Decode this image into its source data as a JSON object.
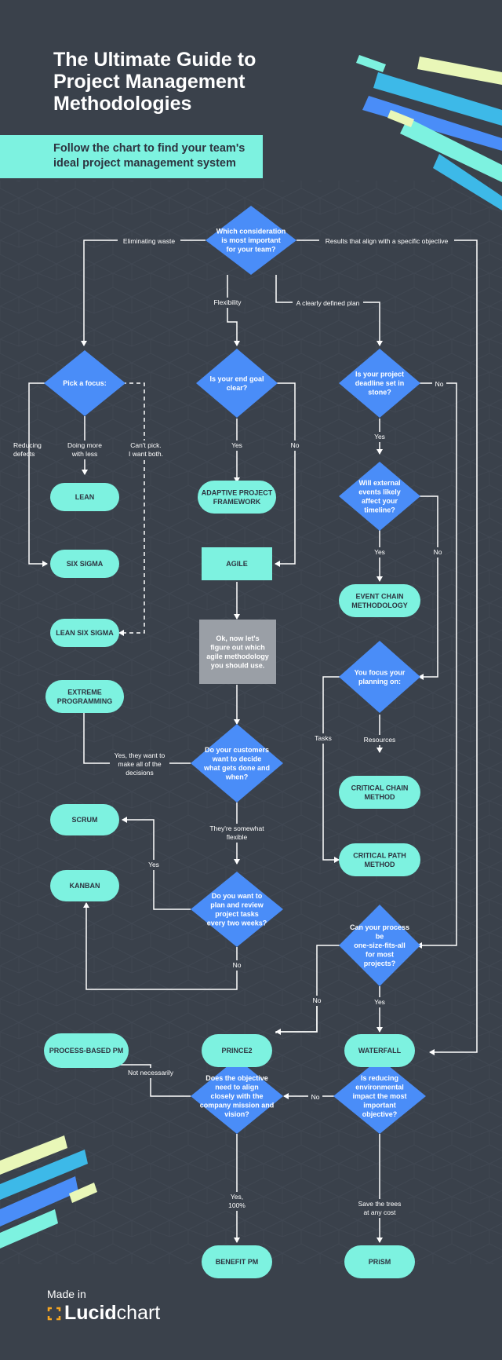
{
  "header": {
    "title": "The Ultimate Guide to Project Management Methodologies",
    "subtitle": "Follow the chart to find your team's ideal project management system"
  },
  "brand": {
    "made_in": "Made in",
    "name_bold": "Lucid",
    "name_light": "chart"
  },
  "colors": {
    "background": "#3a414b",
    "diamond": "#4a8df8",
    "terminal": "#7df2e0",
    "note": "#9a9fa6",
    "arrow": "#ffffff",
    "text_dark": "#2d3440"
  },
  "nodes": {
    "start": "Which consideration is most important for your team?",
    "pick_focus": "Pick a focus:",
    "end_goal": "Is your end goal clear?",
    "deadline": "Is your project deadline set in stone?",
    "external_events": "Will external events likely affect your timeline?",
    "lean": "LEAN",
    "six_sigma": "SIX SIGMA",
    "lean_six_sigma": "LEAN SIX SIGMA",
    "apf": "ADAPTIVE PROJECT FRAMEWORK",
    "agile": "AGILE",
    "event_chain": "EVENT CHAIN METHODOLOGY",
    "agile_note": "Ok, now let's figure out which agile methodology you should use.",
    "focus_planning": "You focus your planning on:",
    "extreme": "EXTREME PROGRAMMING",
    "customers": "Do your customers want to decide what gets done and when?",
    "critical_chain": "CRITICAL CHAIN METHOD",
    "scrum": "SCRUM",
    "critical_path": "CRITICAL PATH METHOD",
    "kanban": "KANBAN",
    "two_weeks": "Do you want to plan and review project tasks every two weeks?",
    "one_size": "Can your process be one-size-fits-all for most projects?",
    "process_pm": "PROCESS-BASED PM",
    "prince2": "PRINCE2",
    "waterfall": "WATERFALL",
    "objective": "Does the objective need to align closely with the company mission and vision?",
    "environmental": "Is reducing environmental impact the most important objective?",
    "benefit_pm": "BENEFIT PM",
    "prism": "PRiSM"
  },
  "edge_labels": {
    "eliminating_waste": "Eliminating waste",
    "specific_objective": "Results that align with a specific objective",
    "flexibility": "Flexibility",
    "clearly_defined": "A clearly defined plan",
    "reducing_defects": "Reducing defects",
    "doing_more": "Doing more with less",
    "cant_pick": "Can't pick. I want both.",
    "yes_endgoal": "Yes",
    "no_endgoal": "No",
    "yes_deadline": "Yes",
    "no_deadline": "No",
    "yes_external": "Yes",
    "no_external": "No",
    "tasks": "Tasks",
    "resources": "Resources",
    "make_all": "Yes, they want to make all of the decisions",
    "somewhat_flexible": "They're somewhat flexible",
    "yes_twoweeks": "Yes",
    "no_twoweeks": "No",
    "no_onesize": "No",
    "yes_onesize": "Yes",
    "not_necessarily": "Not necessarily",
    "no_env": "No",
    "yes_100": "Yes, 100%",
    "save_trees": "Save the trees at any cost"
  }
}
